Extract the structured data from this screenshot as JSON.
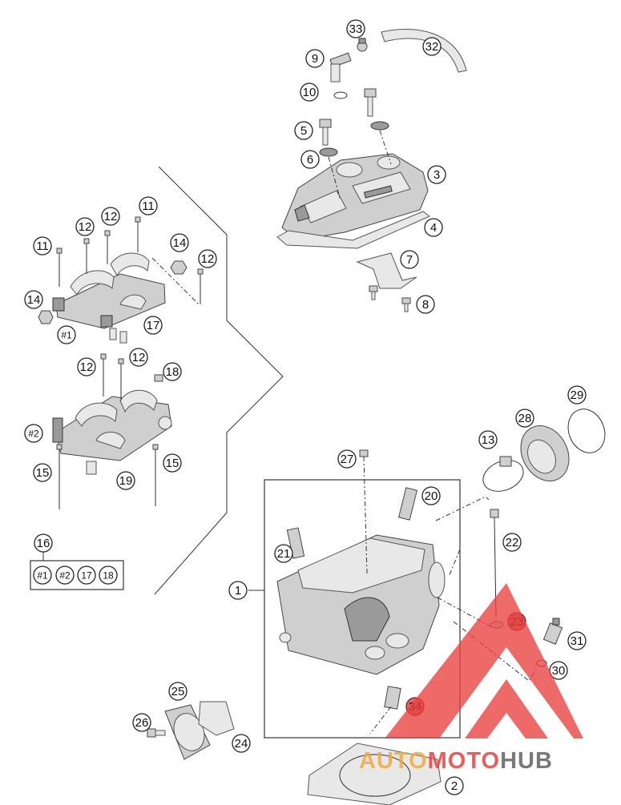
{
  "diagram": {
    "callouts": [
      {
        "label": "1"
      },
      {
        "label": "2"
      },
      {
        "label": "3"
      },
      {
        "label": "4"
      },
      {
        "label": "5"
      },
      {
        "label": "6"
      },
      {
        "label": "7"
      },
      {
        "label": "8"
      },
      {
        "label": "9"
      },
      {
        "label": "10"
      },
      {
        "label": "11"
      },
      {
        "label": "12"
      },
      {
        "label": "13"
      },
      {
        "label": "14"
      },
      {
        "label": "15"
      },
      {
        "label": "16"
      },
      {
        "label": "17"
      },
      {
        "label": "18"
      },
      {
        "label": "19"
      },
      {
        "label": "20"
      },
      {
        "label": "21"
      },
      {
        "label": "22"
      },
      {
        "label": "23"
      },
      {
        "label": "24"
      },
      {
        "label": "25"
      },
      {
        "label": "26"
      },
      {
        "label": "27"
      },
      {
        "label": "28"
      },
      {
        "label": "29"
      },
      {
        "label": "30"
      },
      {
        "label": "31"
      },
      {
        "label": "32"
      },
      {
        "label": "33"
      },
      {
        "label": "34"
      },
      {
        "label": "#1"
      },
      {
        "label": "#2"
      }
    ],
    "kit_16_contents": [
      "#1",
      "#2",
      "17",
      "18"
    ]
  },
  "watermark": {
    "text_auto": "AUTO",
    "text_moto": "MOTO",
    "text_hub": "HUB",
    "colors": {
      "red": "#e8413f",
      "orange": "#f2a93b",
      "grey": "#6b6b6b"
    }
  }
}
